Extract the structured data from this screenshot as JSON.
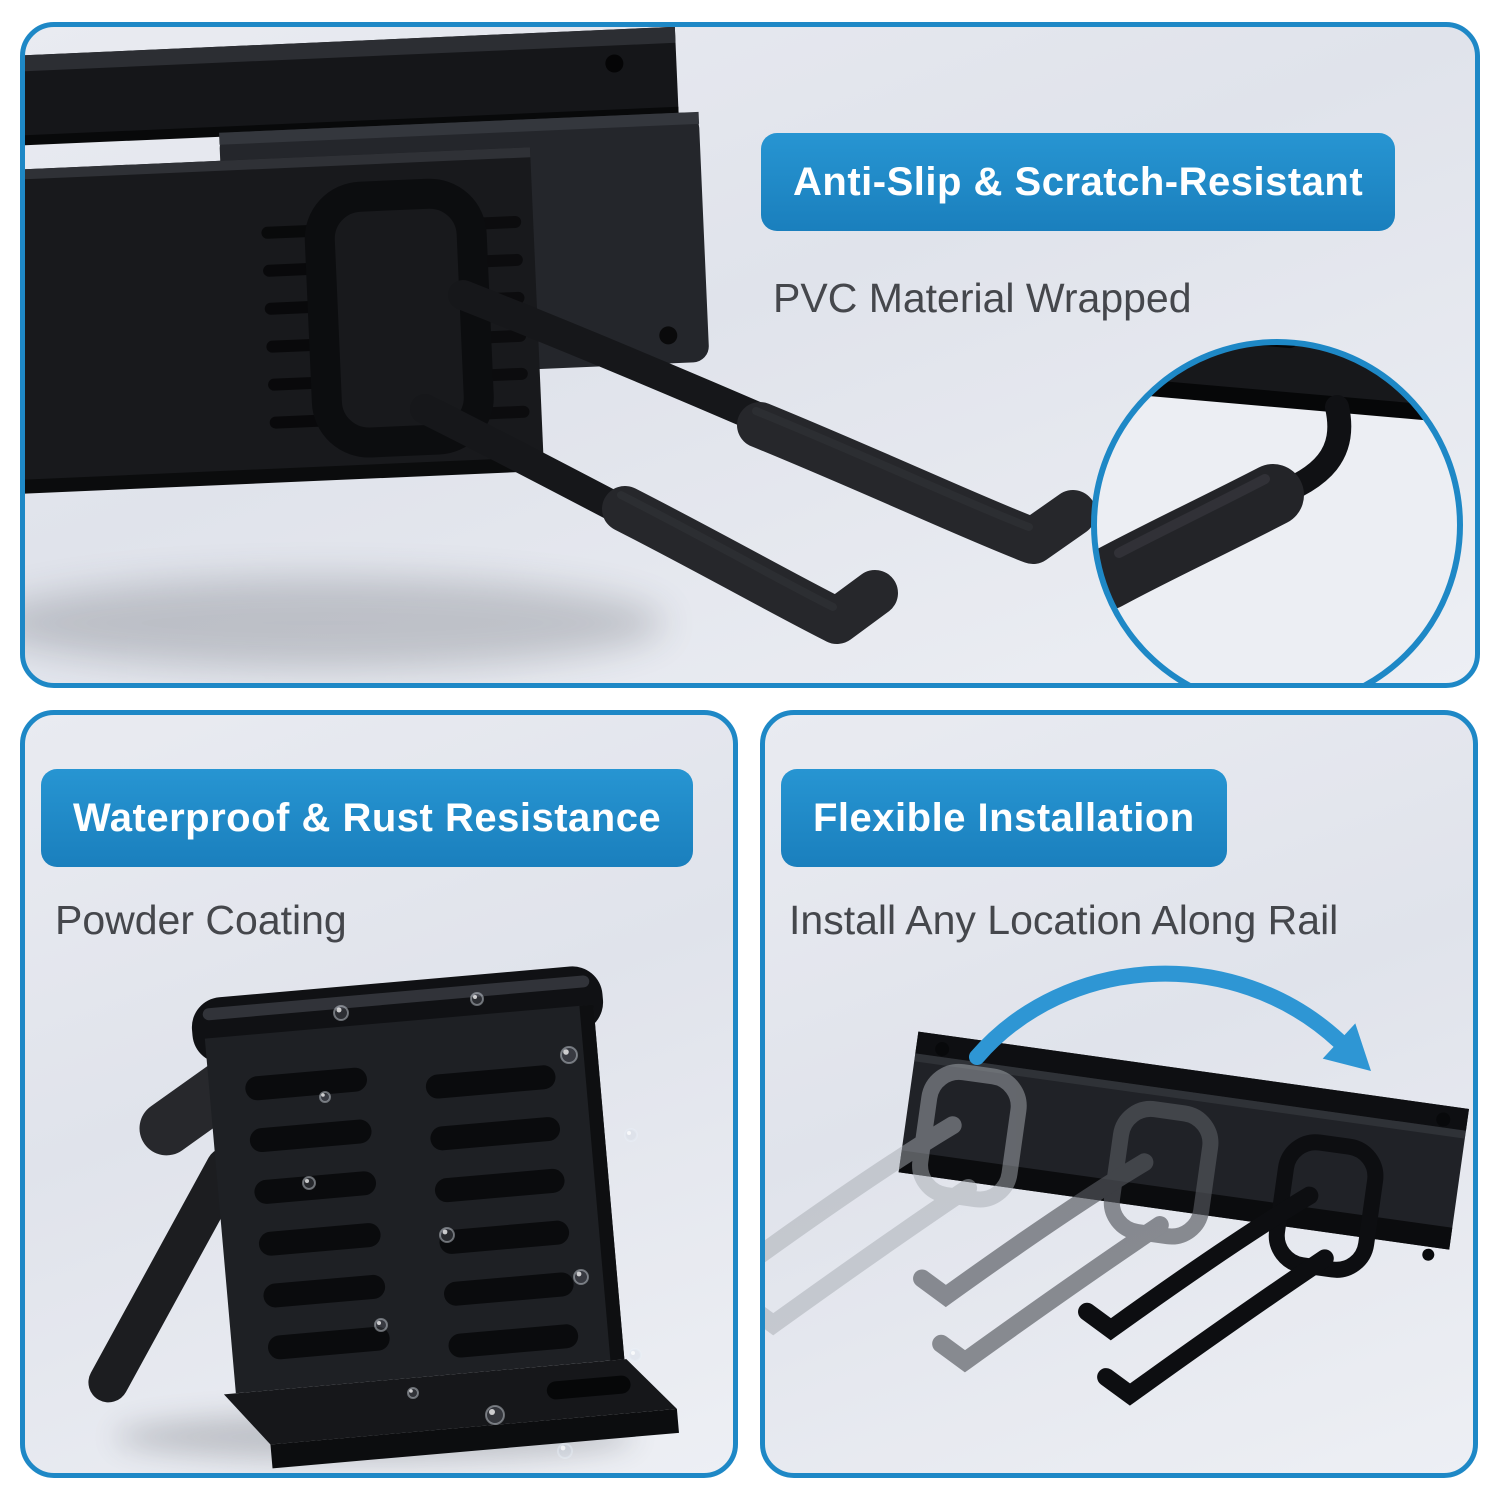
{
  "colors": {
    "accent_blue": "#1e88c6",
    "badge_blue_top": "#2795d2",
    "badge_blue_bottom": "#1a7fbd",
    "panel_background": "#e4e7ee",
    "title_text": "#ffffff",
    "subtitle_text": "#45474c",
    "product_black": "#17181a",
    "ghost_hook_grey": "#9aa0a7"
  },
  "panels": [
    {
      "id": "anti-slip",
      "title": "Anti-Slip & Scratch-Resistant",
      "subtitle": "PVC Material Wrapped",
      "illustration": "rail-hook-with-pvc-wrapped-prongs",
      "inset": "pvc-wrap-zoom-circle"
    },
    {
      "id": "waterproof",
      "title": "Waterproof & Rust Resistance",
      "subtitle": "Powder Coating",
      "illustration": "powder-coated-bracket-with-water-droplets"
    },
    {
      "id": "flexible-install",
      "title": "Flexible Installation",
      "subtitle": "Install Any Location Along Rail",
      "illustration": "rail-with-sliding-hook-positions-and-arrow"
    }
  ]
}
